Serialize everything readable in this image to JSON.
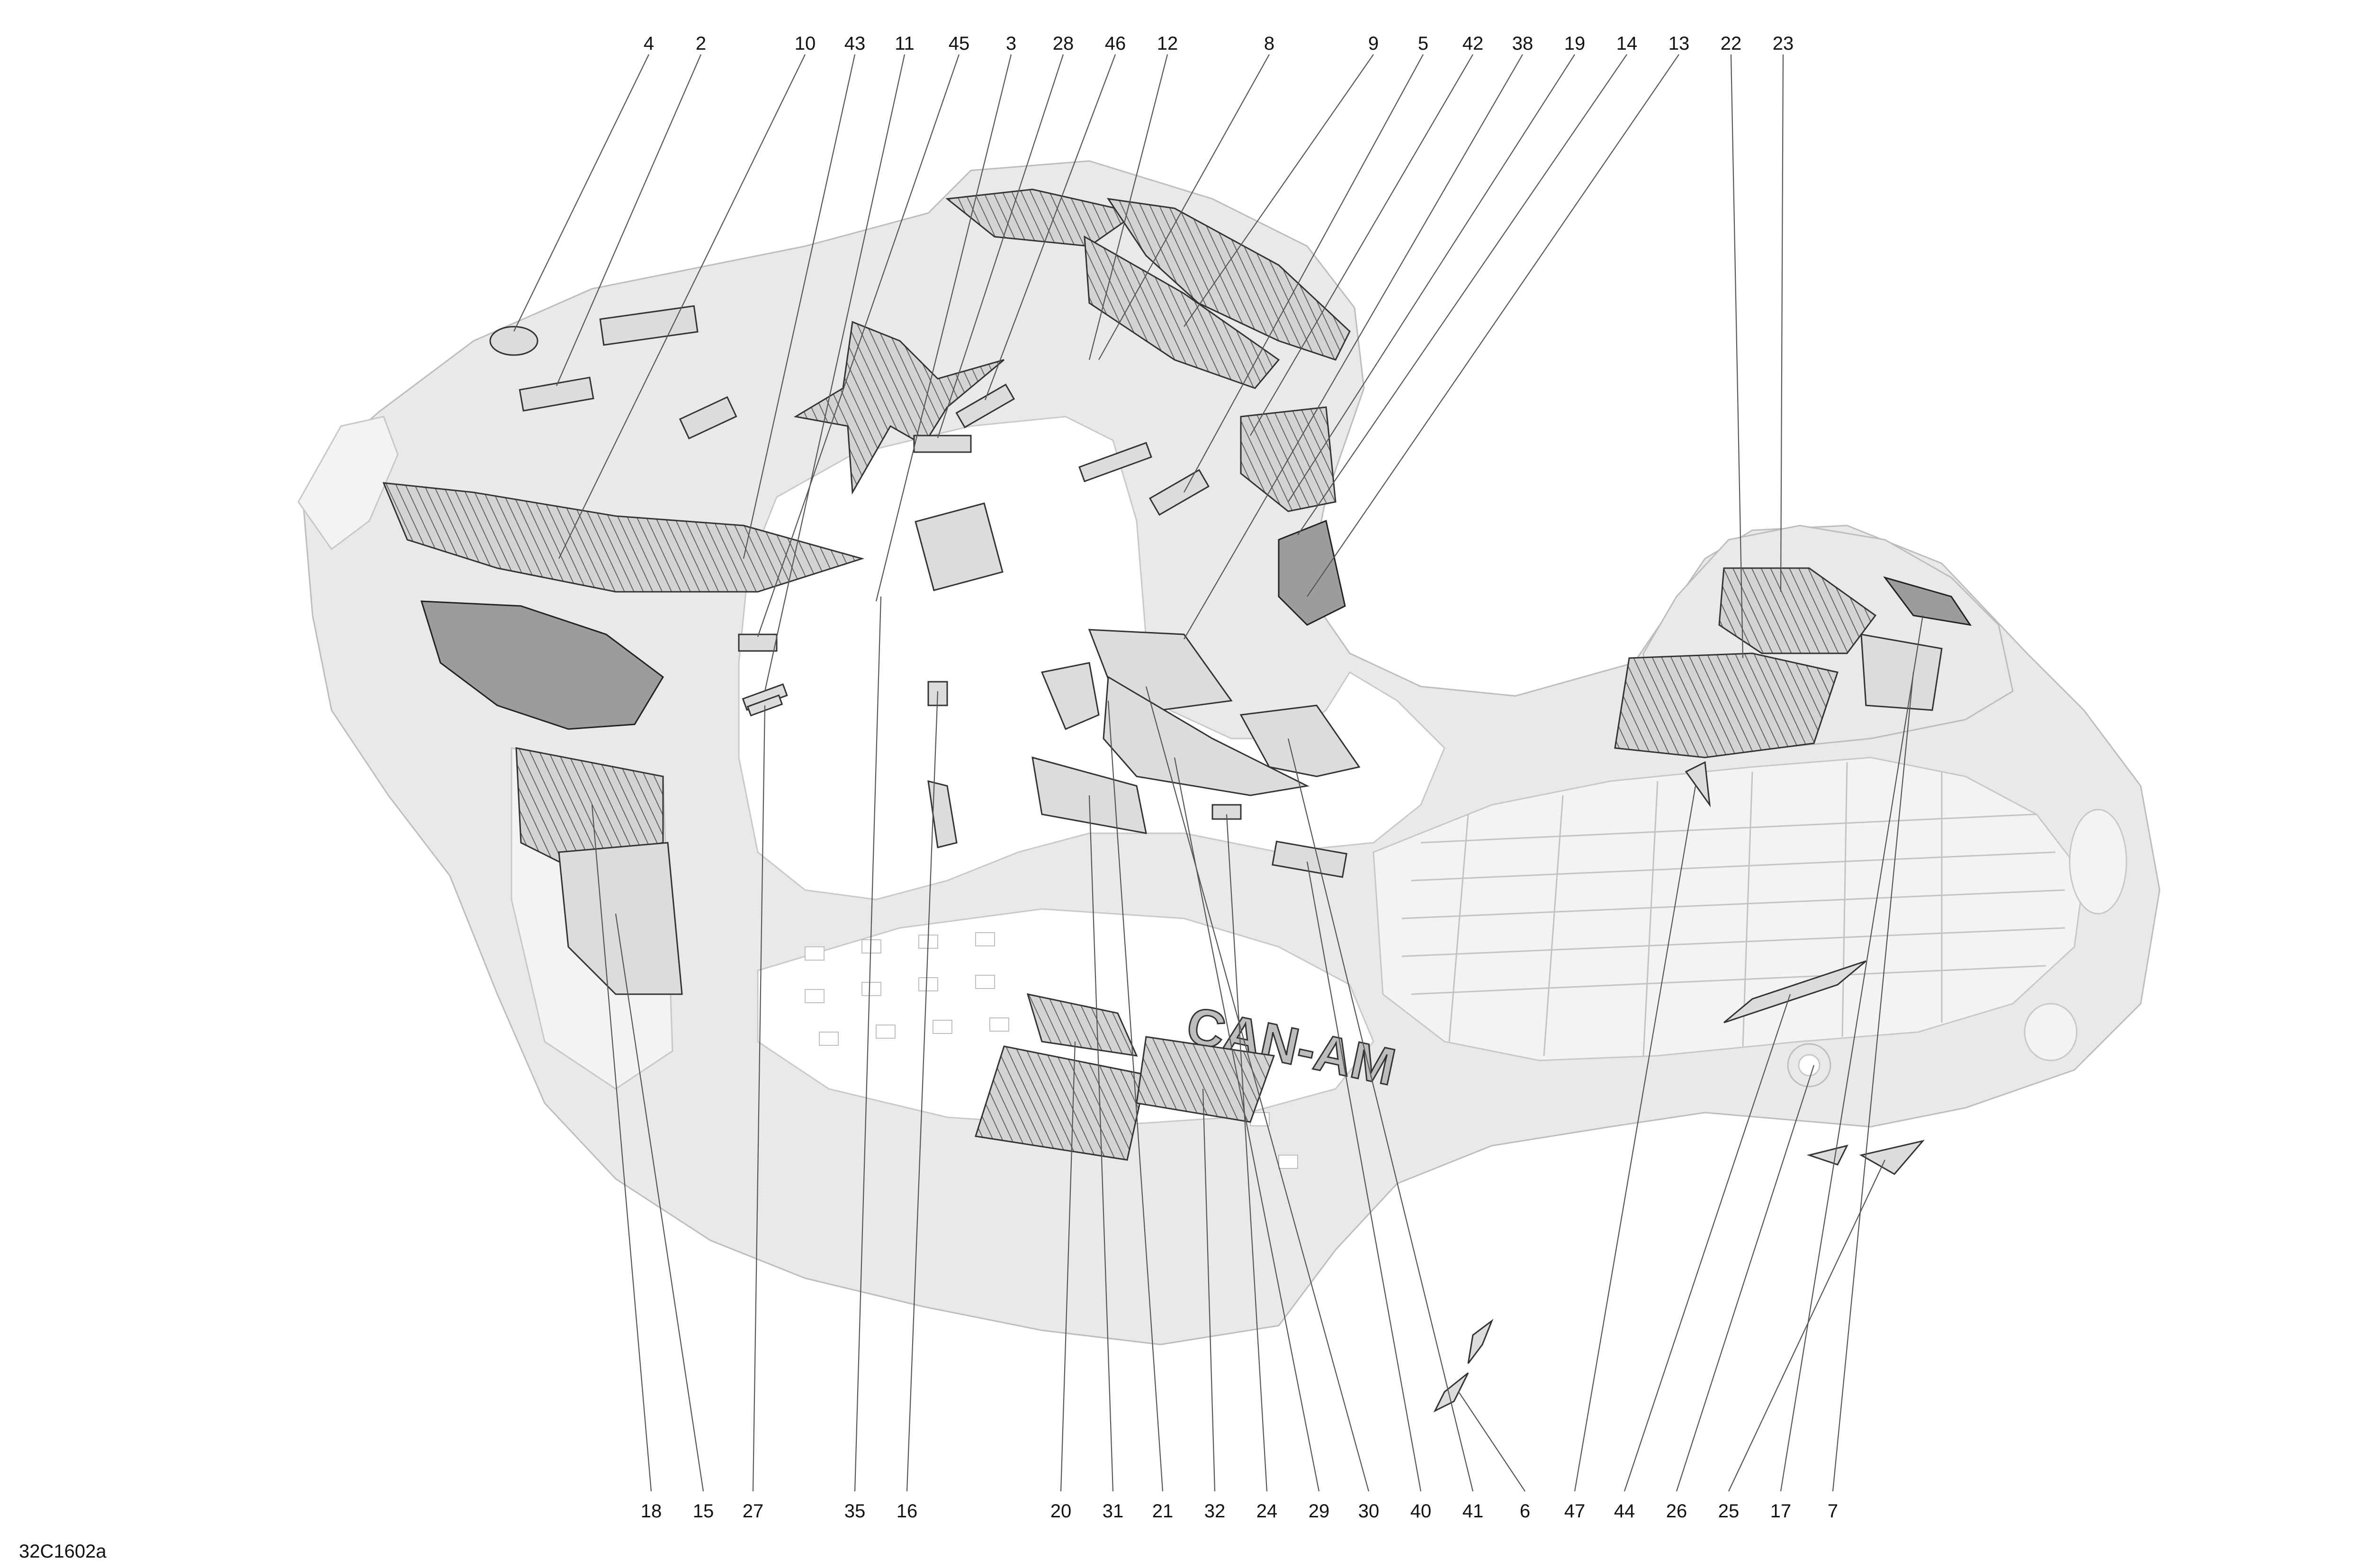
{
  "figure_code": "32C1602a",
  "logo_text": "CAN-AM",
  "callouts_top": [
    "4",
    "2",
    "10",
    "43",
    "11",
    "45",
    "3",
    "28",
    "46",
    "12",
    "8",
    "9",
    "5",
    "42",
    "38",
    "19",
    "14",
    "13",
    "22",
    "23"
  ],
  "callouts_bottom": [
    "18",
    "15",
    "27",
    "35",
    "16",
    "20",
    "31",
    "21",
    "32",
    "24",
    "29",
    "30",
    "40",
    "41",
    "6",
    "47",
    "44",
    "26",
    "25",
    "17",
    "7"
  ],
  "colors": {
    "body": "#e9e9e9",
    "decal_outline": "#333333",
    "leader_line": "#555555",
    "text": "#111111"
  }
}
